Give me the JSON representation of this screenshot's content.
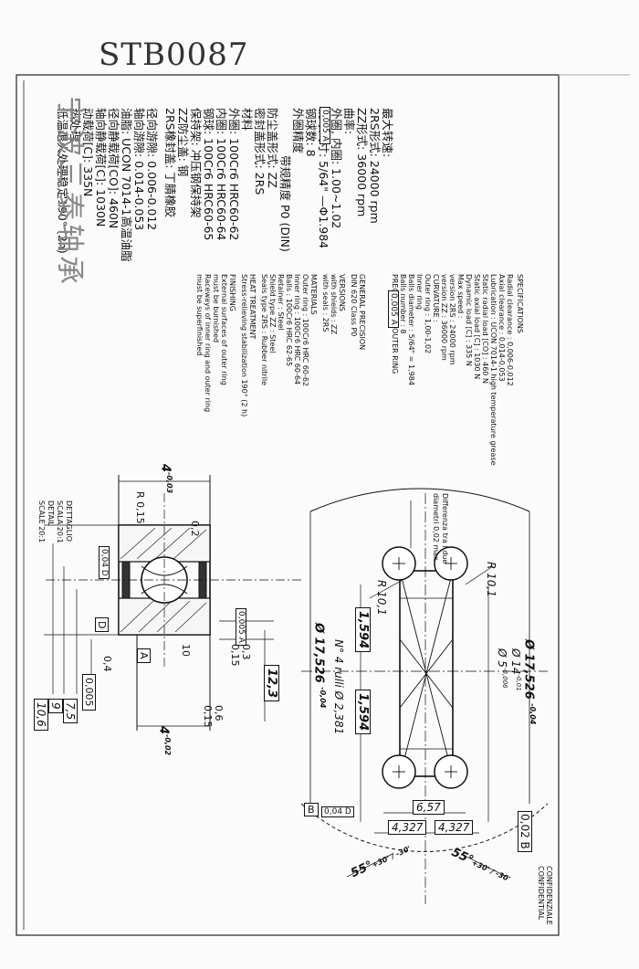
{
  "document": {
    "id": "STB0087",
    "maker": "宁波三泰轴承"
  },
  "spec_cn": [
    "径向游隙: 0.006-0.012",
    "轴向游隙: 0.014-0.053",
    "油脂: UCON 7014-1高温油脂",
    "径向静载荷[CO]: 460N",
    "轴向静载荷[C]: 1030N",
    "动载荷[C]: 335N",
    "最大转速:",
    "2RS形式: 24000 rpm",
    "ZZ形式: 36000 rpm",
    "曲率:",
    "外圈, 内圈: 1.00~1.02",
    "钢球尺寸: 5/64\" —Φ1.984",
    "钢球数: 8",
    "外圈精度",
    "带规精度 P0 (DIN)",
    "防尘盖形式: ZZ",
    "密封盖形式: 2RS",
    "材料",
    "外圈: 100Cr6  HRC60-62",
    "内圈: 100Cr6  HRC60-64",
    "钢球: 100Cr6  HRC60-65",
    "保持架: 冲压钢保持架",
    "ZZ防尘盖: 钢",
    "2RS橡封盖: 丁腈橡胶",
    "热处理",
    "低温退火处理稳定190° (2h)"
  ],
  "spec_en": [
    "SPECIFICATIONS",
    "Radial clearance : 0,006-0,012",
    "Axial clearance : 0,014-0,053",
    "Lubrication : UCON 7014-1 high temperature grease",
    "Static radial load [CO] : 460 N",
    "Static axial load [C] : 1030 N",
    "Dynamic load [C] : 335 N",
    "Max speed :",
    "version 2RS : 24000 rpm",
    "version ZZ : 36000 rpm",
    "CURVATURE :",
    "Outer ring : 1,00-1,02",
    "Inner ring",
    "Balls diameter : 5/64\" = 1,984",
    "Balls number : 8",
    "PRECISION OF OUTER RING",
    "GENERAL PRECISION",
    "DIN 620 Class P0",
    "VERSIONS",
    "with shields : ZZ",
    "with seals : 2RS",
    "MATERIALS",
    "Outer ring : 100Cr6 HRC 60-62",
    "Inner ring : 100Cr6 HRC 60-64",
    "Balls : 100Cr6 HRC 62-65",
    "Retainer : Steel",
    "Shield type ZZ : Steel",
    "Seals type 2RS : Rubber nitrile",
    "HEAT TREATMENT",
    "Stress-relieving stabilization 190° (2 h)",
    "FINISHING",
    "External surfaces of outer ring",
    "must be burnished",
    "Raceways of inner ring and outer ring",
    "must be superfinished"
  ],
  "gtol": {
    "runout_cn": "0,005 A",
    "runout_en": "0,005 A",
    "perp_a": "0,005 A",
    "position_d": "0,04 D",
    "position_b": "0,04 D",
    "conc_b": "0,02 B"
  },
  "dims": {
    "width_top": "4",
    "width_top_tol": "-0,03",
    "width_bottom": "4",
    "width_bottom_tol": "-0,02",
    "chamfer": "R 0,15",
    "chamfer2": "0,2",
    "d_12_3": "12,3",
    "d_10_6": "10,6",
    "d_9": "9",
    "d_7_5": "7,5",
    "r_0_3": "0,3",
    "r_0_15": "0,15",
    "r_0_6": "0,6",
    "r_0_15b": "0,15",
    "flat_0_4": "0,4",
    "flat_0_005": "0,005",
    "angle_10": "10",
    "datum_a": "A",
    "datum_d": "D",
    "datum_b": "B",
    "dia_17_526_top": "Ø 17,526",
    "dia_17_526_tol": "-0,04",
    "dia_14": "Ø 14",
    "dia_14_tol": "-0,01",
    "dia_5": "Ø 5",
    "dia_5_tol": "-0,006",
    "diff_note_1": "Differenza tra i due",
    "diff_note_2": "diametri  0,02 max",
    "r10_1": "R 10,1",
    "r10_2": "R 10,1",
    "len_1594_a": "1,594",
    "len_1594_b": "1,594",
    "n_balls": "N° 4 rulli Ø 2,381",
    "dia_17_526_left": "Ø 17,526",
    "dia_17_526_left_tol": "-0,04",
    "w_6_57": "6,57",
    "w_4_327_a": "4,327",
    "w_4_327_b": "4,327",
    "ang_55_a": "55°",
    "ang_55_tol_a": "+30' / -30'",
    "ang_55_b": "55°",
    "ang_55_tol_b": "+30' / -30'"
  },
  "detail": {
    "line1": "DETTAGLIO",
    "line2": "SCALA 20:1",
    "line3": "DETAIL",
    "line4": "SCALE 20:1"
  },
  "confidential": {
    "line1": "CONFIDENZIALE",
    "line2": "CONFIDENTIAL"
  }
}
